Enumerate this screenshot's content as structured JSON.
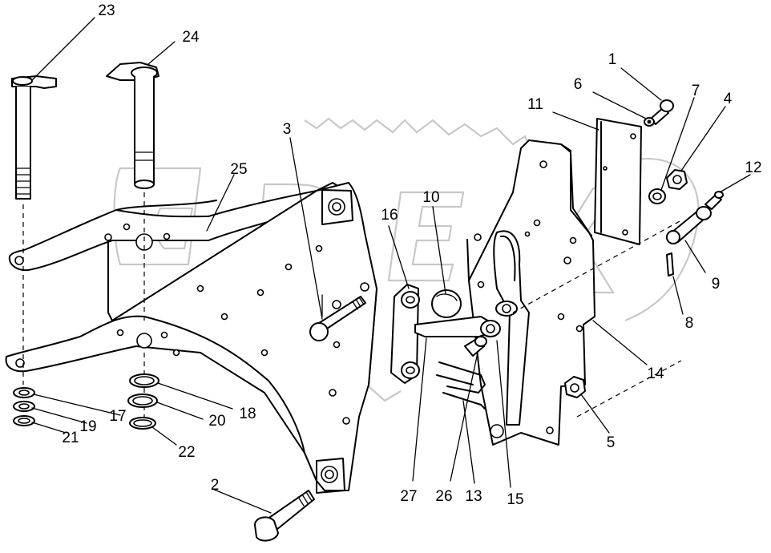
{
  "diagram": {
    "corner_mark": "",
    "watermark_text": "OPEX",
    "part_labels": [
      {
        "id": "label-1",
        "text": "1"
      },
      {
        "id": "label-2",
        "text": "2"
      },
      {
        "id": "label-3",
        "text": "3"
      },
      {
        "id": "label-4",
        "text": "4"
      },
      {
        "id": "label-5",
        "text": "5"
      },
      {
        "id": "label-6",
        "text": "6"
      },
      {
        "id": "label-7",
        "text": "7"
      },
      {
        "id": "label-8",
        "text": "8"
      },
      {
        "id": "label-9",
        "text": "9"
      },
      {
        "id": "label-10",
        "text": "10"
      },
      {
        "id": "label-11",
        "text": "11"
      },
      {
        "id": "label-12",
        "text": "12"
      },
      {
        "id": "label-13",
        "text": "13"
      },
      {
        "id": "label-14",
        "text": "14"
      },
      {
        "id": "label-15",
        "text": "15"
      },
      {
        "id": "label-16",
        "text": "16"
      },
      {
        "id": "label-17",
        "text": "17"
      },
      {
        "id": "label-18",
        "text": "18"
      },
      {
        "id": "label-19",
        "text": "19"
      },
      {
        "id": "label-20",
        "text": "20"
      },
      {
        "id": "label-21",
        "text": "21"
      },
      {
        "id": "label-22",
        "text": "22"
      },
      {
        "id": "label-23",
        "text": "23"
      },
      {
        "id": "label-24",
        "text": "24"
      },
      {
        "id": "label-25",
        "text": "25"
      },
      {
        "id": "label-26",
        "text": "26"
      },
      {
        "id": "label-27",
        "text": "27"
      }
    ]
  }
}
